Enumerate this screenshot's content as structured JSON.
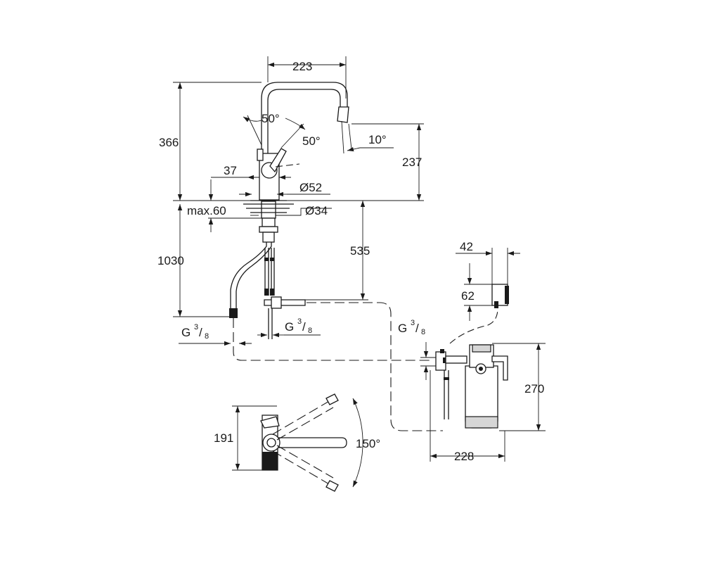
{
  "dimensions": {
    "spout_reach": "223",
    "total_height": "366",
    "spout_height": "237",
    "lever_angle": "50°",
    "spout_angle": "50°",
    "spout_tilt": "10°",
    "body_offset": "37",
    "body_diameter": "Ø52",
    "mounting_thickness": "max.60",
    "hole_diameter": "Ø34",
    "hose_length": "1030",
    "under_sink_depth": "535",
    "wall_box_width": "42",
    "wall_box_height": "62",
    "thread_hot_main": "G",
    "thread_hot_num": "3",
    "thread_hot_den": "8",
    "thread_cold_main": "G",
    "thread_cold_num": "3",
    "thread_cold_den": "8",
    "thread_filter_main": "G",
    "thread_filter_num": "3",
    "thread_filter_den": "8",
    "filter_height": "270",
    "filter_width": "228",
    "top_view_height": "191",
    "rotation_angle": "150°"
  }
}
